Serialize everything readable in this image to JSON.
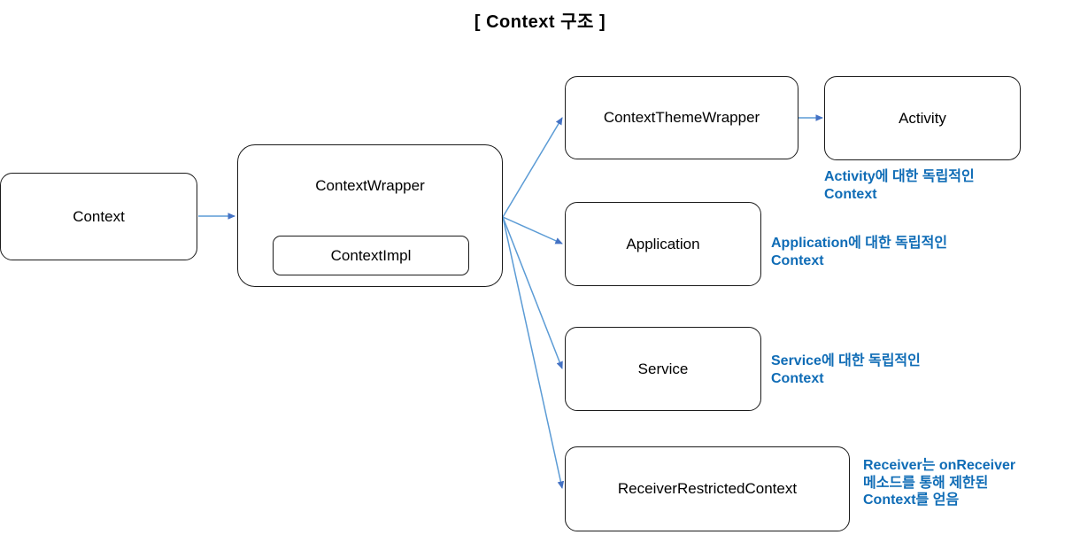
{
  "diagram": {
    "title": "[ Context 구조 ]",
    "accent_color": "#0F6CB6",
    "edge_color": "#5B9BD5",
    "arrowhead_color": "#4472C4",
    "node_border_color": "#1A1A1A",
    "background": "#FFFFFF",
    "nodes": {
      "context": "Context",
      "context_wrapper": "ContextWrapper",
      "context_impl": "ContextImpl",
      "context_theme_wrapper": "ContextThemeWrapper",
      "activity": "Activity",
      "application": "Application",
      "service": "Service",
      "receiver_restricted_context": "ReceiverRestrictedContext"
    },
    "annotations": {
      "activity": "Activity에 대한 독립적인\nContext",
      "application": "Application에 대한 독립적인\nContext",
      "service": "Service에 대한 독립적인\nContext",
      "receiver": "Receiver는 onReceiver\n메소드를 통해 제한된\nContext를 얻음"
    }
  }
}
